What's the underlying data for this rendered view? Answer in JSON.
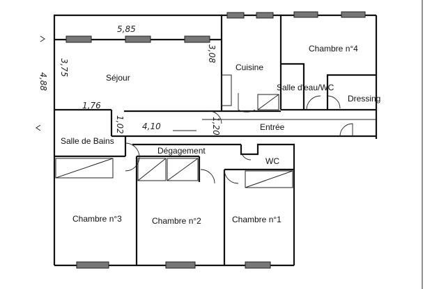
{
  "rooms": {
    "sejour": "Séjour",
    "cuisine": "Cuisine",
    "chambre4": "Chambre n°4",
    "salle_eau": "Salle d'eau/WC",
    "dressing": "Dressing",
    "entree": "Entrée",
    "salle_bains": "Salle de Bains",
    "degagement": "Dégagement",
    "wc": "WC",
    "chambre3": "Chambre n°3",
    "chambre2": "Chambre n°2",
    "chambre1": "Chambre n°1"
  },
  "dimensions": {
    "top_width": "5,85",
    "left_height": "3,75",
    "right_height": "3,08",
    "lower_width": "4,10",
    "small_a": "1,76",
    "small_b": "1,02",
    "small_c": "1,20",
    "overall_height": "4,88"
  }
}
